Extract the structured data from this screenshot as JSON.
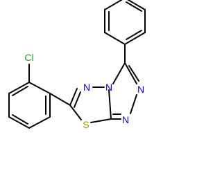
{
  "molecule": {
    "atoms": {
      "chlorine": "Cl",
      "sulfur": "S",
      "n_thiadiazole": "N",
      "n_bridgehead": "N",
      "n_triazole_a": "N",
      "n_triazole_b": "N"
    },
    "colors": {
      "bond": "#000000",
      "chlorine": "#1fa01f",
      "sulfur": "#9a9a00",
      "nitrogen": "#0000ff"
    }
  }
}
